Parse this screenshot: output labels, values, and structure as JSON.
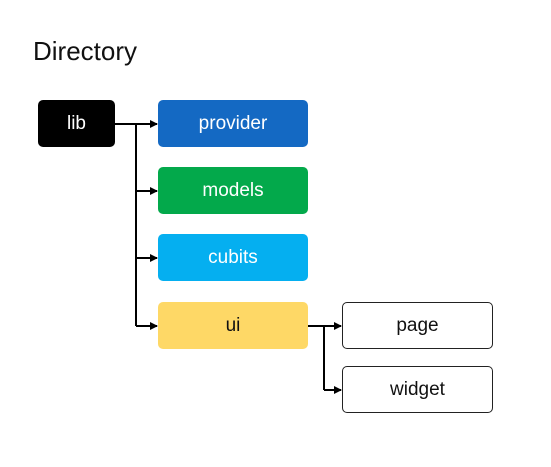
{
  "title": "Directory",
  "colors": {
    "lib": "#000000",
    "provider": "#1469c3",
    "models": "#03a94b",
    "cubits": "#05aff0",
    "ui": "#fed866",
    "outline_fill": "#ffffff",
    "connector": "#000000"
  },
  "nodes": {
    "lib": "lib",
    "provider": "provider",
    "models": "models",
    "cubits": "cubits",
    "ui": "ui",
    "page": "page",
    "widget": "widget"
  },
  "edges": [
    {
      "from": "lib",
      "to": "provider"
    },
    {
      "from": "lib",
      "to": "models"
    },
    {
      "from": "lib",
      "to": "cubits"
    },
    {
      "from": "lib",
      "to": "ui"
    },
    {
      "from": "ui",
      "to": "page"
    },
    {
      "from": "ui",
      "to": "widget"
    }
  ]
}
